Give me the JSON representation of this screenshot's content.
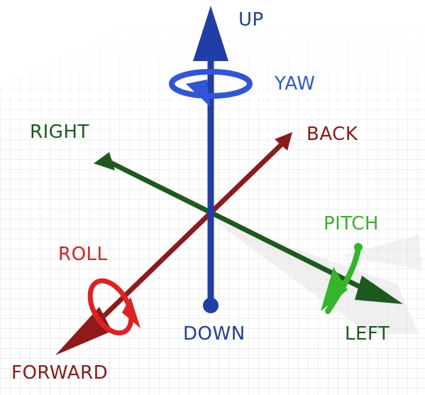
{
  "labels": {
    "up": "UP",
    "down": "DOWN",
    "yaw": "YAW",
    "right": "RIGHT",
    "left": "LEFT",
    "back": "BACK",
    "forward": "FORWARD",
    "roll": "ROLL",
    "pitch": "PITCH"
  },
  "colors": {
    "vertical": "#1f3fa6",
    "yaw": "#2f55d8",
    "lateral": "#1d5a1d",
    "longitudinal": "#8e1a1a",
    "roll": "#e32020",
    "pitch": "#34b52a"
  }
}
